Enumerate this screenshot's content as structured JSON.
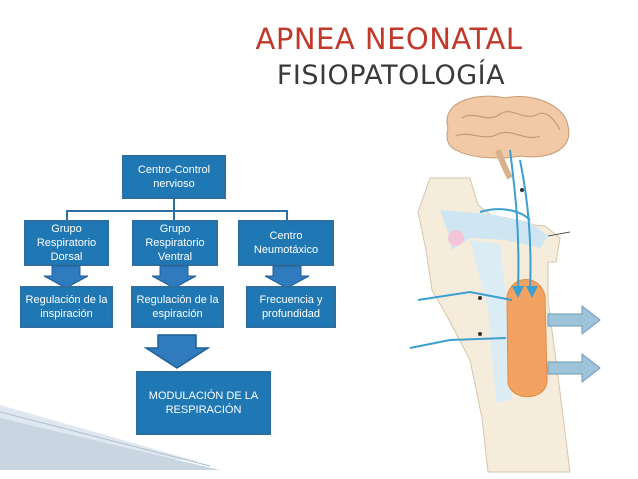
{
  "title": "APNEA NEONATAL",
  "subtitle": "FISIOPATOLOGÍA",
  "colors": {
    "title": "#c0392b",
    "box": "#1f78b4",
    "arrow": "#2f7bbd",
    "organ": "#f4a261",
    "ground": "#f6ecdc"
  },
  "nodes": {
    "center": "Centro-Control nervioso",
    "dorsal": "Grupo Respiratorio Dorsal",
    "ventral": "Grupo Respiratorio Ventral",
    "pneumo": "Centro Neumotáxico",
    "reg_insp": "Regulación de la inspiración",
    "reg_esp": "Regulación de la espiración",
    "freq": "Frecuencia y profundidad",
    "modulation": "MODULACIÓN DE LA RESPIRACIÓN"
  },
  "illustration": {
    "name": "head-neck-airway-illustration"
  }
}
